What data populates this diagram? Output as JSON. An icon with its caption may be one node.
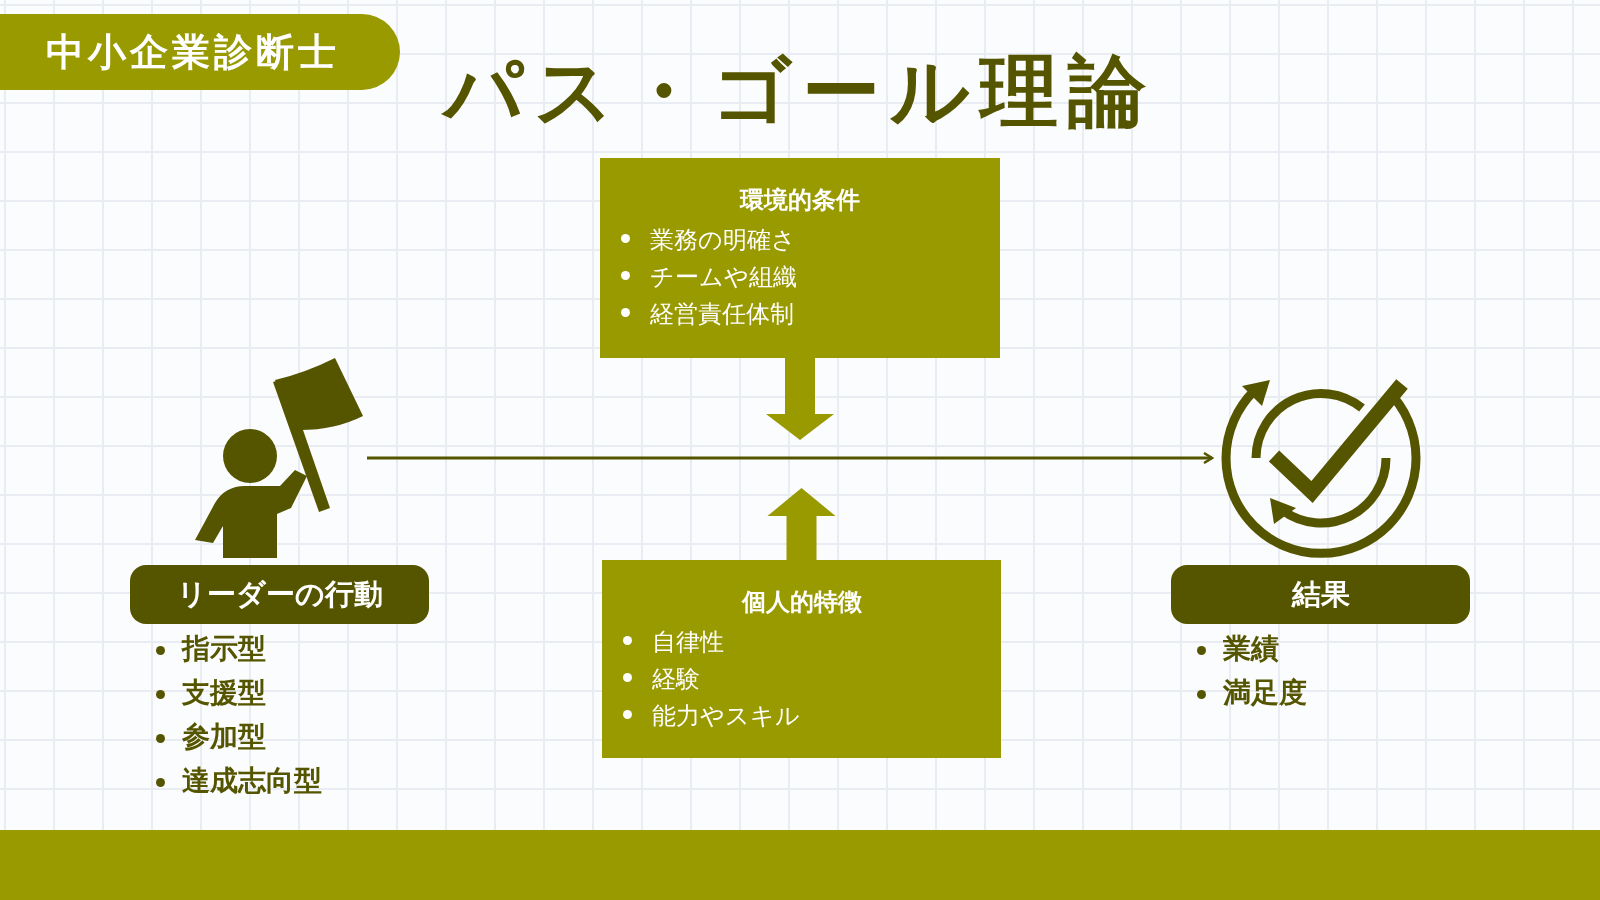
{
  "diagram": {
    "title": "パス・ゴール理論",
    "nodes": [
      {
        "text": [
          "中小企業診断士"
        ]
      },
      {
        "text": [
          "環境的条件",
          "業務の明確さ",
          "チームや組織",
          "経営責任体制"
        ]
      },
      {
        "text": [],
        "shape": "person"
      },
      {
        "text": [
          "リーダーの行動"
        ],
        "beside": [
          "指示型",
          "支援型",
          "参加型",
          "達成志向型"
        ]
      },
      {
        "text": [],
        "shape": "circle"
      },
      {
        "text": [
          "結果"
        ],
        "beside": [
          "業績",
          "満足度"
        ]
      },
      {
        "text": [
          "個人的特徴",
          "自律性",
          "経験",
          "能力やスキル"
        ]
      }
    ],
    "edges": [
      {
        "from": 2,
        "to": 4,
        "arrow": "to"
      },
      {
        "from": 1,
        "to": null,
        "arrow": "to"
      },
      {
        "from": 6,
        "to": null,
        "arrow": "to"
      }
    ]
  }
}
